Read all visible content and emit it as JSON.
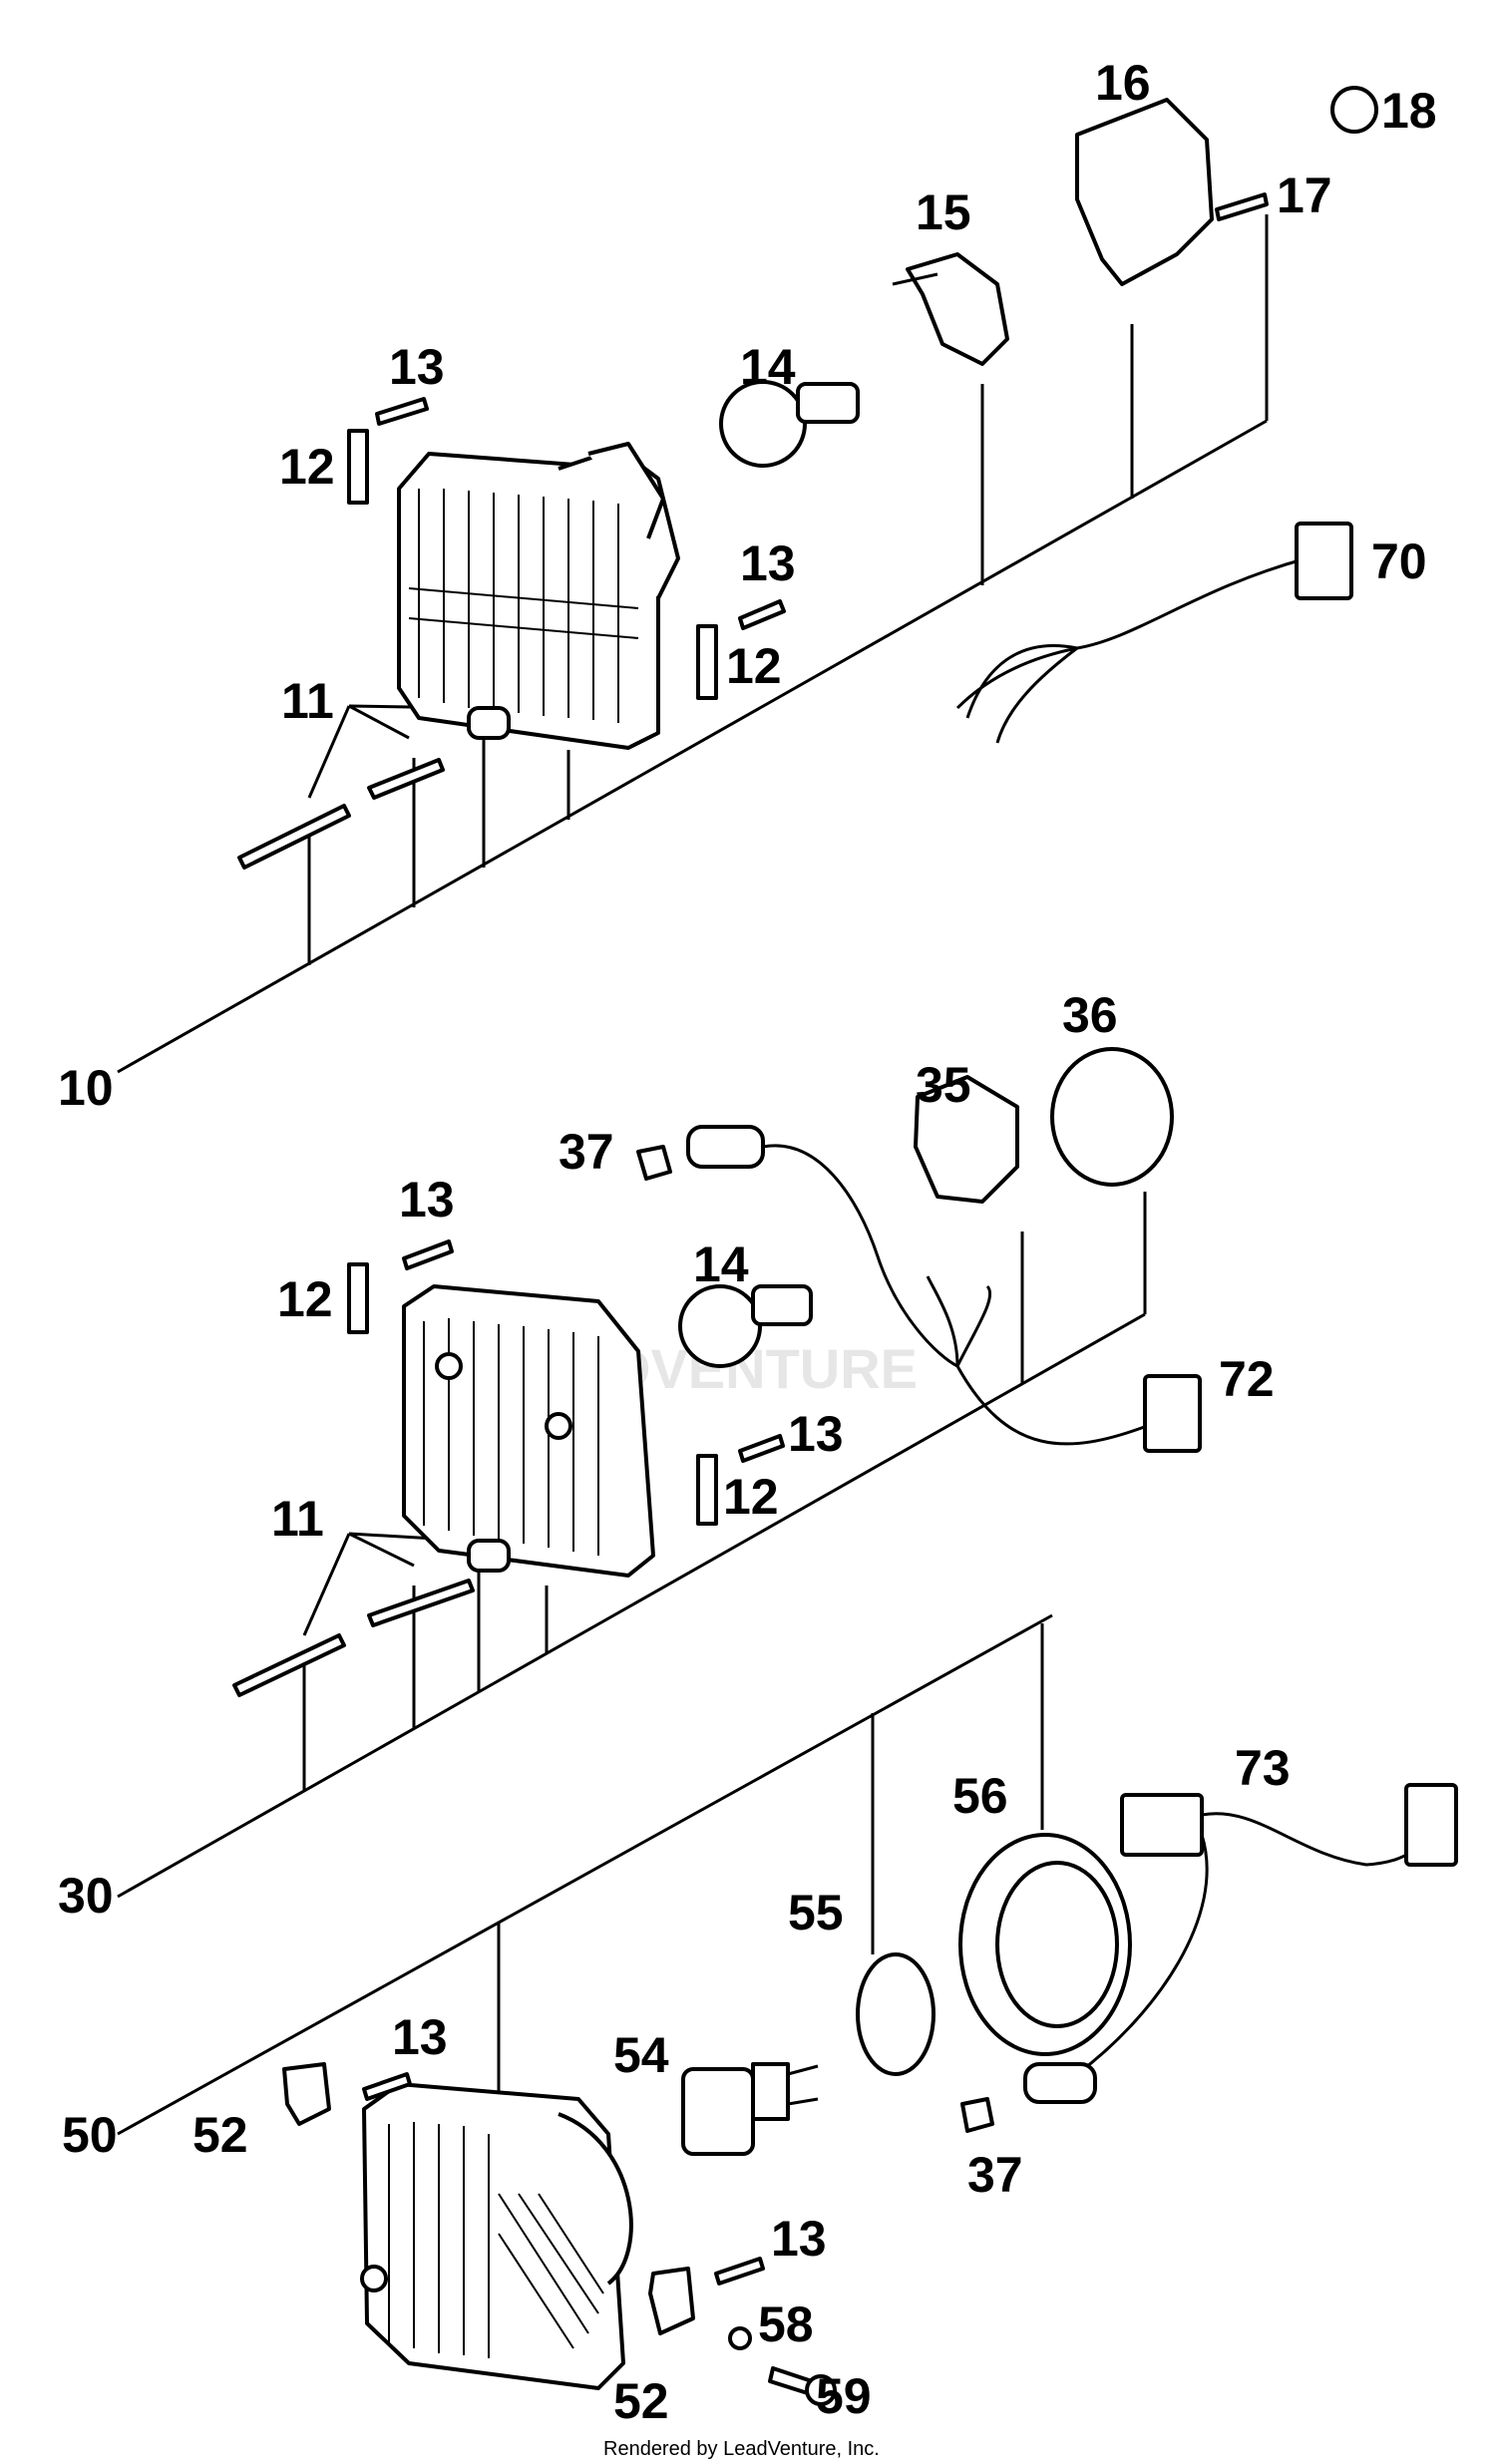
{
  "diagram": {
    "watermark": "LEADVENTURE",
    "footer": "Rendered by LeadVenture, Inc.",
    "groups": [
      {
        "assembly_label": "10",
        "callouts": [
          "11",
          "12",
          "13",
          "14",
          "15",
          "16",
          "17",
          "18",
          "12",
          "13",
          "70"
        ]
      },
      {
        "assembly_label": "30",
        "callouts": [
          "11",
          "12",
          "13",
          "14",
          "35",
          "36",
          "37",
          "12",
          "13",
          "72"
        ]
      },
      {
        "assembly_label": "50",
        "callouts": [
          "13",
          "52",
          "54",
          "55",
          "56",
          "73",
          "37",
          "13",
          "58",
          "52",
          "59"
        ]
      }
    ]
  }
}
